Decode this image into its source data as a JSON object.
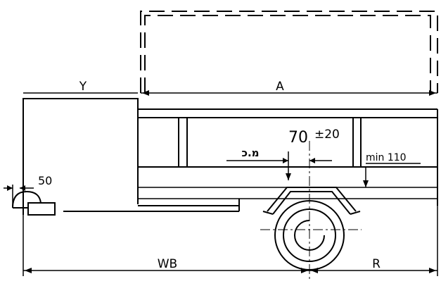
{
  "labels": {
    "dim_y": "Y",
    "dim_a": "A",
    "dim_wb": "WB",
    "dim_r": "R",
    "dim_50": "50",
    "dim_70": "70",
    "dim_tol": "±20",
    "dim_min": "min 110",
    "dim_hebrew": "מ.כ"
  },
  "colors": {
    "line": "#000000",
    "background": "#ffffff"
  }
}
